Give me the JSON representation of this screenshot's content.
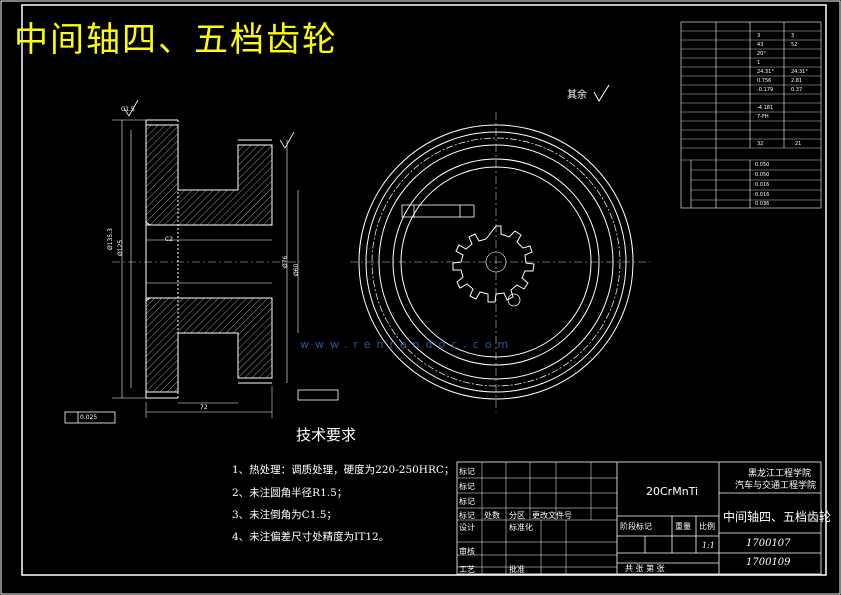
{
  "title": "中间轴四、五档齿轮",
  "rest_finish": "其余",
  "tech_requirements": {
    "heading": "技术要求",
    "items": [
      "1、热处理：调质处理，硬度为220-250HRC；",
      "2、未注圆角半径R1.5；",
      "3、未注倒角为C1.5；",
      "4、未注偏差尺寸处精度为IT12。"
    ]
  },
  "title_block": {
    "material": "20CrMnTi",
    "school": "黑龙江工程学院",
    "department": "汽车与交通工程学院",
    "part_name": "中间轴四、五档齿轮",
    "scale": "1:1",
    "number_1": "1700107",
    "number_2": "1700109",
    "labels": {
      "biaoji": "标记",
      "chushu": "处数",
      "fenqu": "分区",
      "gengai": "更改文件号",
      "sheji": "设计",
      "biaozhunhua": "标准化",
      "jieduan": "阶段标记",
      "zhongliang": "重量",
      "bili": "比例",
      "shenhe": "审核",
      "gongyi": "工艺",
      "pizhun": "批准",
      "sheet": "共 张  第 张"
    }
  },
  "params": {
    "gear_values": [
      "3",
      "43",
      "20°",
      "1",
      "24.31°",
      "0.756",
      "-0.179",
      "-4.181",
      "7-FH",
      "32",
      "21"
    ],
    "mate_values": [
      "3",
      "52",
      "24.31°",
      "2.81",
      "0.37"
    ],
    "tolerances": [
      "0.050",
      "0.050",
      "0.016",
      "0.016",
      "0.036"
    ]
  },
  "section_dims": {
    "chamfer_top": "C1.5",
    "chamfer_left": "C2",
    "width_main": "72",
    "runout": "0.025",
    "diam_a": "Ø135.3",
    "diam_b": "Ø125",
    "diam_c": "Ø76",
    "diam_d": "Ø60"
  },
  "watermark": "www.renrendoc.com"
}
